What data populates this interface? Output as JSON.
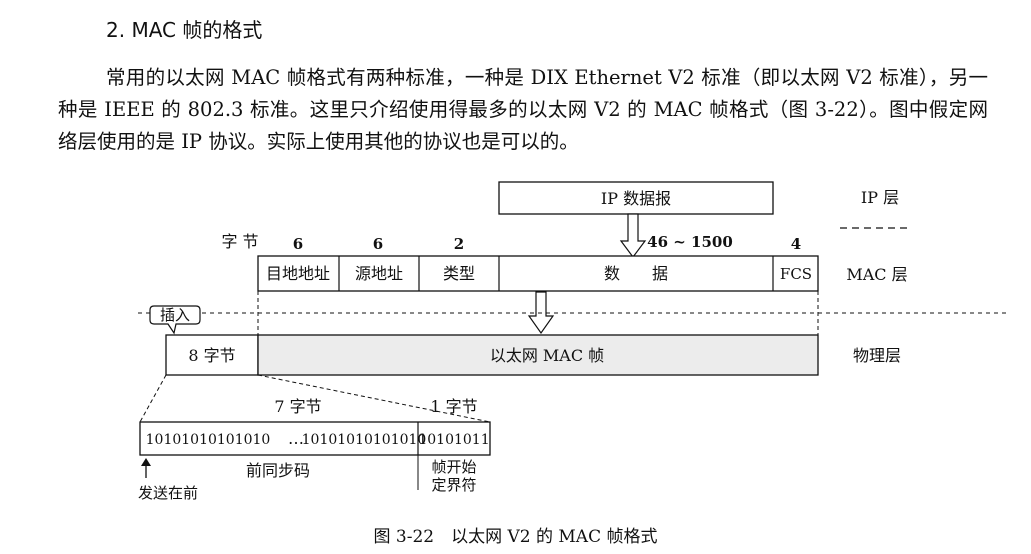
{
  "section": {
    "heading": "2. MAC 帧的格式"
  },
  "paragraph": {
    "text": "常用的以太网 MAC 帧格式有两种标准，一种是 DIX Ethernet V2 标准（即以太网 V2 标准），另一种是 IEEE 的 802.3 标准。这里只介绍使用得最多的以太网 V2 的 MAC 帧格式（图 3-22）。图中假定网络层使用的是 IP 协议。实际上使用其他的协议也是可以的。"
  },
  "figure": {
    "ip_datagram_label": "IP 数据报",
    "layers": {
      "ip": "IP 层",
      "mac": "MAC 层",
      "physical": "物理层"
    },
    "bytes_unit_label": "字 节",
    "fields": [
      {
        "label": "目地地址",
        "bytes": "6"
      },
      {
        "label": "源地址",
        "bytes": "6"
      },
      {
        "label": "类型",
        "bytes": "2"
      },
      {
        "label": "数　　据",
        "bytes": "46 ~ 1500"
      },
      {
        "label": "FCS",
        "bytes": "4"
      }
    ],
    "insert_label": "插入",
    "preamble_bytes_label": "8 字节",
    "ethernet_frame_label": "以太网 MAC 帧",
    "detail": {
      "seven_bytes_label": "7 字节",
      "one_byte_label": "1 字节",
      "bits_start": "10101010101010",
      "ellipsis": "…",
      "bits_end": "10101010101010",
      "sfd_bits": "10101011",
      "preamble_name": "前同步码",
      "sfd_name_line1": "帧开始",
      "sfd_name_line2": "定界符",
      "send_first_label": "发送在前"
    },
    "caption": "图 3-22　以太网 V2 的 MAC 帧格式"
  }
}
